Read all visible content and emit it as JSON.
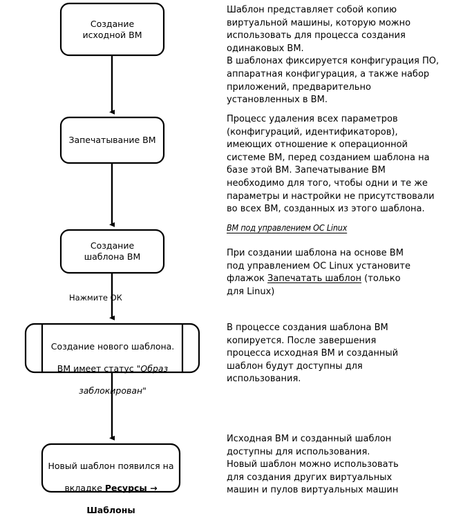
{
  "diagram": {
    "title_implicit": "Создание шаблона ВМ",
    "nodes": [
      {
        "id": "node-create-source-vm",
        "label": "Создание\nисходной ВМ",
        "shape": "rounded-rectangle"
      },
      {
        "id": "node-seal-vm",
        "label": "Запечатывание ВМ",
        "shape": "rounded-rectangle"
      },
      {
        "id": "node-create-template",
        "label": "Создание\nшаблона ВМ",
        "shape": "rounded-rectangle"
      },
      {
        "id": "node-new-template-created",
        "label_line1": "Создание нового шаблона.",
        "label_line2_prefix": "ВМ  имеет статус \"",
        "label_line2_italic": "Образ",
        "label_line3_italic": "заблокирован",
        "label_line3_suffix": "\"",
        "shape": "predefined-process"
      },
      {
        "id": "node-template-appeared",
        "label_line1": "Новый шаблон появился на",
        "label_line2_prefix": "вкладке ",
        "label_line2_bold": "Ресурсы →",
        "label_line3_bold": "Шаблоны",
        "shape": "rounded-rectangle"
      }
    ],
    "edge_labels": [
      {
        "id": "edge-label-press-ok",
        "text": "Нажмите ОК"
      }
    ],
    "colors": {
      "stroke": "#000000",
      "fill": "#ffffff",
      "text": "#000000"
    }
  },
  "notes": {
    "p1": "Шаблон представляет собой копию\nвиртуальной машины, которую можно\nиспользовать для процесса создания\nодинаковых ВМ.\nВ шаблонах фиксируется конфигурация ПО,\nаппаратная конфигурация, а также набор\nприложений, предварительно\nустановленных в ВМ.",
    "p2": "Процесс удаления всех параметров\n(конфигураций, идентификаторов),\nимеющих отношение к операционной\nсистеме ВМ, перед созданием шаблона на\nбазе этой ВМ. Запечатывание ВМ\nнеобходимо для того, чтобы одни и те же\nпараметры и настройки не присутствовали\nво всех ВМ, созданных из этого шаблона.",
    "heading_linux": "ВМ под  управлением ОС Linux",
    "p3_before": "При создании шаблона на основе ВМ\nпод управлением ОС Linux установите\nфлажок ",
    "p3_underlined": "Запечатать шаблон",
    "p3_after": " (только\nдля Linux)",
    "p4": "В процессе создания шаблона ВМ\nкопируется. После завершения\nпроцесса исходная ВМ и созданный\nшаблон будут доступны для\nиспользования.",
    "p5": "Исходная ВМ и созданный шаблон\nдоступны для использования.\nНовый шаблон можно использовать\nдля создания других виртуальных\nмашин и пулов виртуальных машин"
  }
}
